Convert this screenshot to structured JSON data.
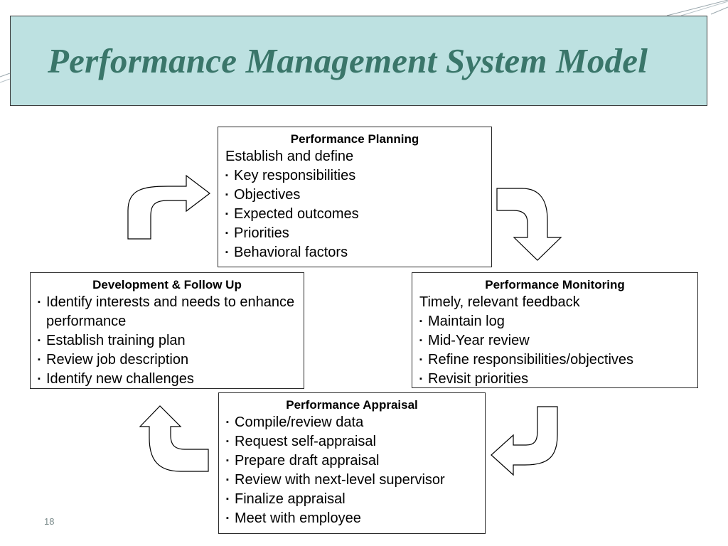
{
  "slide": {
    "title": "Performance Management System Model",
    "page_number": "18",
    "colors": {
      "banner_fill": "#bde1e1",
      "title_text": "#3a766a",
      "box_border": "#2a2a2a",
      "arrow_stroke": "#000000"
    }
  },
  "cycle": {
    "planning": {
      "title": "Performance Planning",
      "lead": "Establish and define",
      "items": [
        "Key responsibilities",
        "Objectives",
        "Expected outcomes",
        "Priorities",
        "Behavioral factors"
      ]
    },
    "monitoring": {
      "title": "Performance Monitoring",
      "lead": "Timely, relevant feedback",
      "items": [
        "Maintain log",
        "Mid-Year review",
        "Refine responsibilities/objectives",
        "Revisit priorities"
      ]
    },
    "appraisal": {
      "title": "Performance Appraisal",
      "items": [
        "Compile/review data",
        "Request self-appraisal",
        "Prepare draft appraisal",
        "Review with next-level supervisor",
        "Finalize appraisal",
        "Meet with employee"
      ]
    },
    "development": {
      "title": "Development & Follow Up",
      "items": [
        "Identify interests and needs to enhance performance",
        "Establish training plan",
        "Review job description",
        "Identify new challenges"
      ]
    },
    "bullet_glyph": "▪",
    "arrows": [
      "curved-arrow-up-right",
      "curved-arrow-down",
      "curved-arrow-left",
      "curved-arrow-up"
    ]
  }
}
